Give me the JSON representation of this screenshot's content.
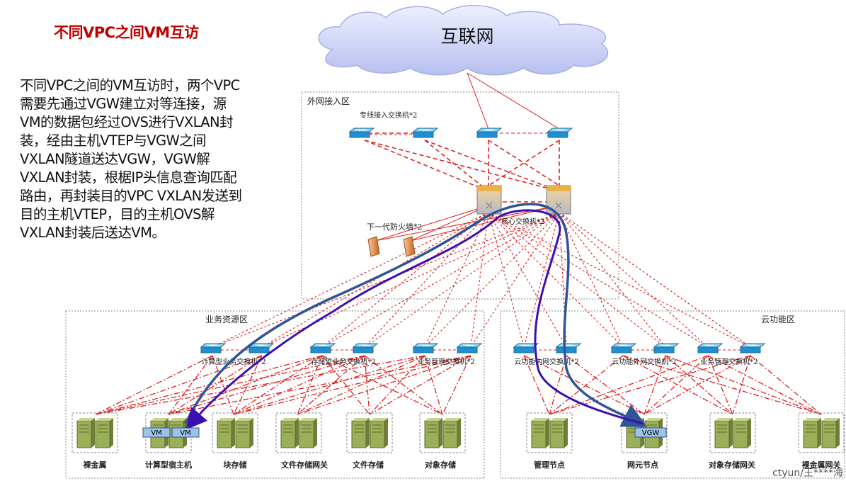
{
  "slide": {
    "title": "不同VPC之间VM互访",
    "description_lines": [
      "不同VPC之间的VM互访时，两个VPC",
      "需要先通过VGW建立对等连接，源",
      "VM的数据包经过OVS进行VXLAN封",
      "装，经由主机VTEP与VGW之间",
      "VXLAN隧道送达VGW，VGW解",
      "VXLAN封装，根椐IP头信息查询匹配",
      "路由，再封装目的VPC VXLAN发送到",
      "目的主机VTEP，目的主机OVS解",
      "VXLAN封装后送达VM。"
    ],
    "watermark": "ctyun/王****海"
  },
  "diagram": {
    "internet": "互联网",
    "zones": {
      "external": "外网接入区",
      "business": "业务资源区",
      "cloud": "云功能区"
    },
    "labels": {
      "dedicated_switch": "专线接入交换机*2",
      "firewall": "下一代防火墙*2",
      "core_switch": "核心交换机*2"
    },
    "business_switches": [
      "计算型业务交换机*2",
      "存储型业务交换机*2",
      "业务管理交换机*2"
    ],
    "cloud_switches": [
      "云功能内网交换机*2",
      "云功能外网交换机*2",
      "业务管理交换机*2"
    ],
    "business_servers": [
      "裸金属",
      "计算型宿主机",
      "块存储",
      "文件存储网关",
      "文件存储",
      "对象存储"
    ],
    "cloud_servers": [
      "管理节点",
      "网元节点",
      "对象存储网关",
      "裸金属网关"
    ],
    "tags": {
      "vm": "VM",
      "vgw": "VGW"
    },
    "colors": {
      "link": "#e02020",
      "path_blue": "#2f5597",
      "path_purple": "#3a10b0",
      "switch": "#1e8fd0",
      "server": "#9aaf58",
      "tag": "#9dc3e6"
    }
  }
}
